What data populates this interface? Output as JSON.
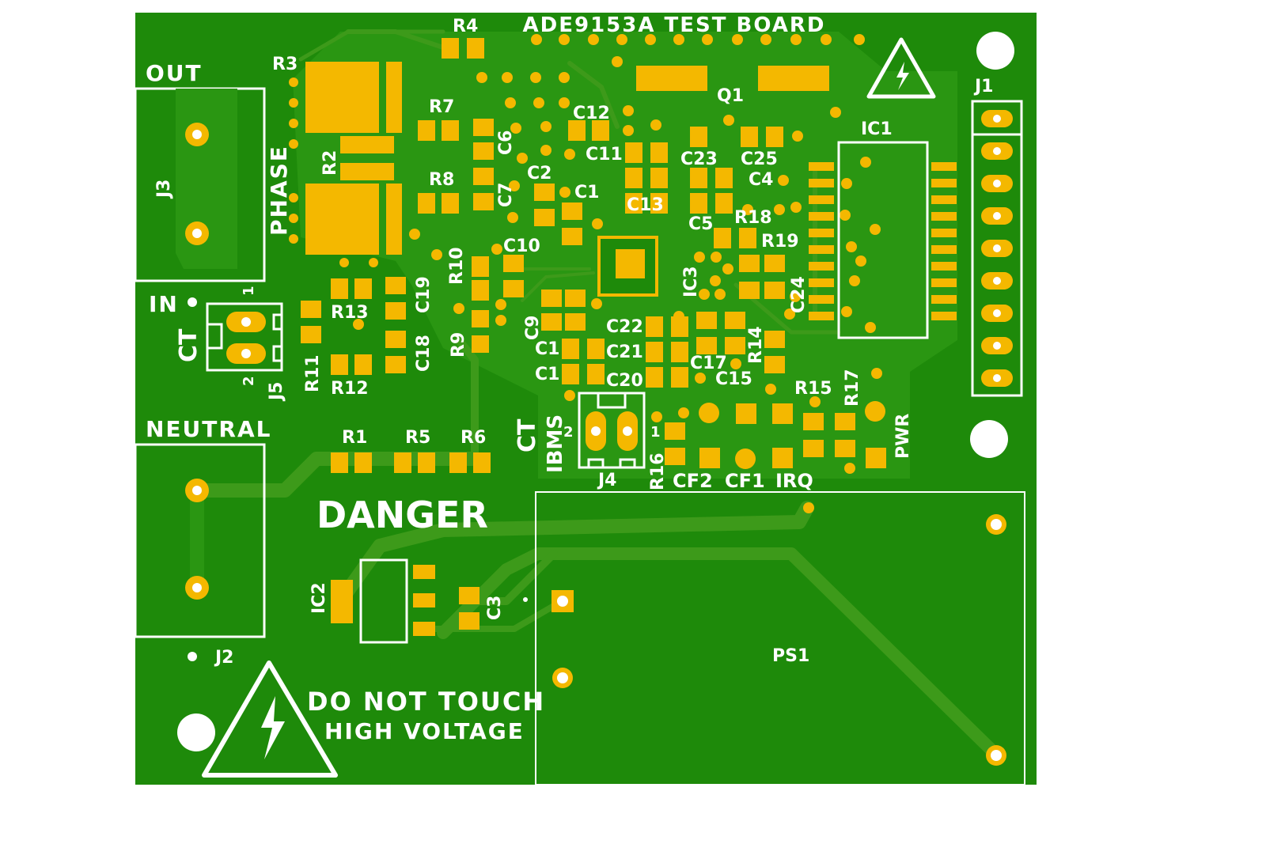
{
  "title": "ADE9153A TEST BOARD",
  "colors": {
    "background": "#ffffff",
    "board": "#1e8a0a",
    "copper_pour": "#2a9612",
    "trace": "#3d9a1a",
    "pad": "#f4b800",
    "silkscreen": "#ffffff"
  },
  "connectors": {
    "out_label": "OUT",
    "in_label": "IN",
    "neutral_label": "NEUTRAL",
    "phase_label": "PHASE",
    "j1": "J1",
    "j2": "J2",
    "j3": "J3",
    "j4": "J4",
    "j5": "J5",
    "ct_label": "CT",
    "ibms_label": "IBMS",
    "pin1": "1",
    "pin2": "2"
  },
  "components": {
    "r1": "R1",
    "r2": "R2",
    "r3": "R3",
    "r4": "R4",
    "r5": "R5",
    "r6": "R6",
    "r7": "R7",
    "r8": "R8",
    "r9": "R9",
    "r10": "R10",
    "r11": "R11",
    "r12": "R12",
    "r13": "R13",
    "r14": "R14",
    "r15": "R15",
    "r16": "R16",
    "r17": "R17",
    "r18": "R18",
    "r19": "R19",
    "c1": "C1",
    "c2": "C2",
    "c3": "C3",
    "c4": "C4",
    "c5": "C5",
    "c6": "C6",
    "c7": "C7",
    "c9": "C9",
    "c10": "C10",
    "c11": "C11",
    "c12": "C12",
    "c13": "C13",
    "c15": "C15",
    "c17": "C17",
    "c18": "C18",
    "c19": "C19",
    "c20": "C20",
    "c21": "C21",
    "c22": "C22",
    "c23": "C23",
    "c24": "C24",
    "c25": "C25",
    "c1a": "C1",
    "c1b": "C1",
    "q1": "Q1",
    "ic1": "IC1",
    "ic2": "IC2",
    "ic3": "IC3",
    "ps1": "PS1"
  },
  "leds": {
    "cf2": "CF2",
    "cf1": "CF1",
    "irq": "IRQ",
    "pwr": "PWR"
  },
  "warnings": {
    "danger": "DANGER",
    "line1": "DO NOT TOUCH",
    "line2": "HIGH VOLTAGE"
  }
}
